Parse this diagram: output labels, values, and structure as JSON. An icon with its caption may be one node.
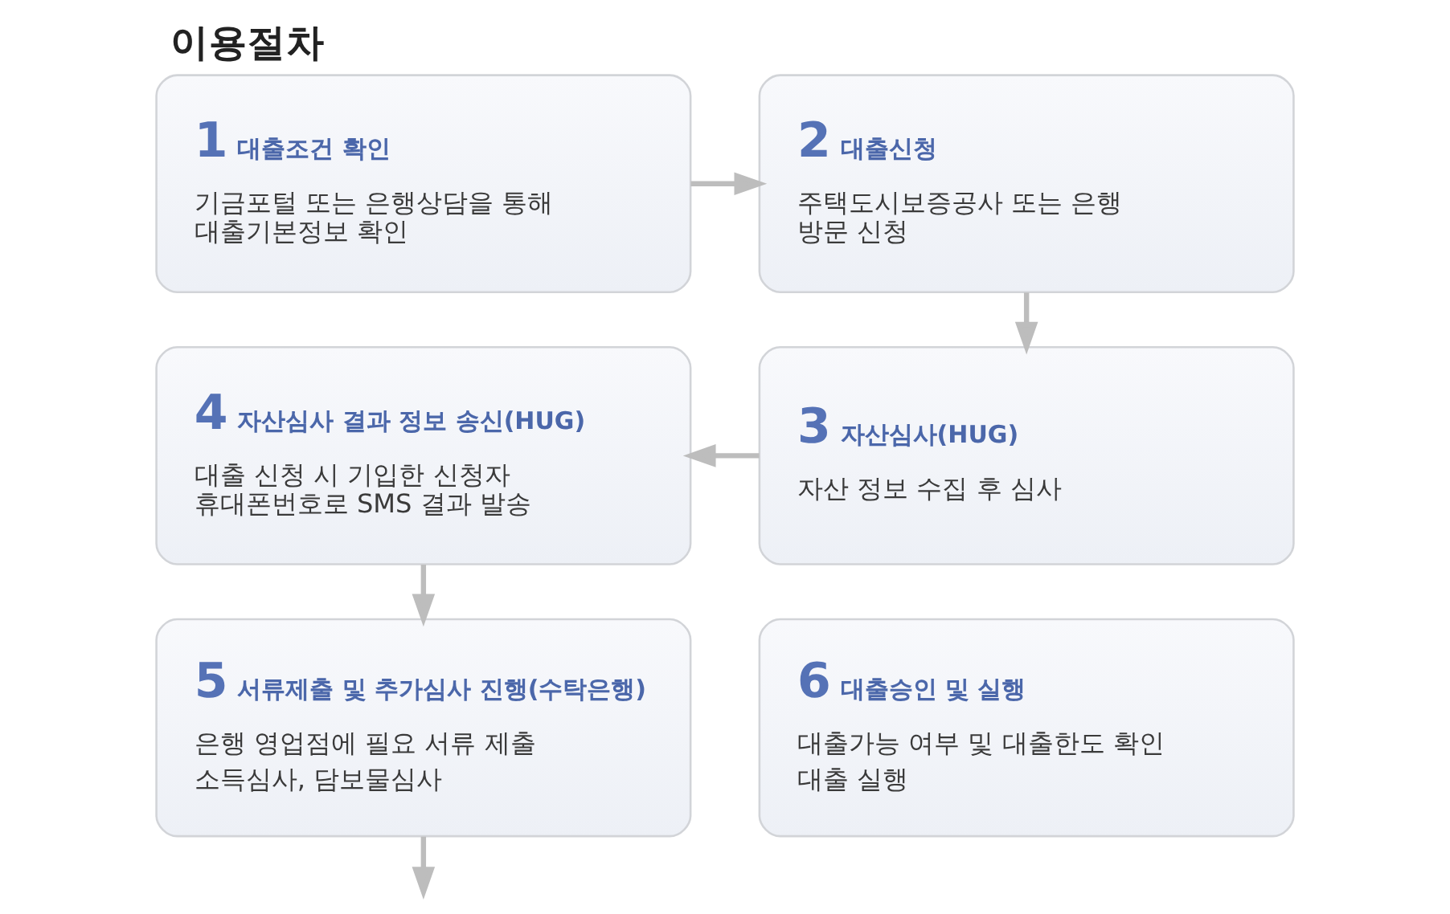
{
  "diagram": {
    "title": "이용절차",
    "nodes": [
      {
        "text": [
          "1",
          "대출조건 확인",
          "기금포털 또는 은행상담을 통해 대출기본정보 확인"
        ]
      },
      {
        "text": [
          "2",
          "대출신청",
          "주택도시보증공사 또는 은행 방문 신청"
        ]
      },
      {
        "text": [
          "3",
          "자산심사(HUG)",
          "자산 정보 수집 후 심사"
        ]
      },
      {
        "text": [
          "4",
          "자산심사 결과 정보 송신(HUG)",
          "대출 신청 시 기입한 신청자 휴대폰번호로 SMS 결과 발송"
        ]
      },
      {
        "text": [
          "5",
          "서류제출 및 추가심사 진행(수탁은행)",
          "은행 영업점에 필요 서류 제출",
          "소득심사, 담보물심사"
        ]
      },
      {
        "text": [
          "6",
          "대출승인 및 실행",
          "대출가능 여부 및 대출한도 확인",
          "대출 실행"
        ]
      }
    ],
    "edges": [
      {
        "from": 0,
        "to": 1,
        "arrow": "to"
      },
      {
        "from": 1,
        "to": 2,
        "arrow": "to"
      },
      {
        "from": 2,
        "to": 3,
        "arrow": "to"
      },
      {
        "from": 3,
        "to": 4,
        "arrow": "to"
      },
      {
        "from": 4,
        "to": null,
        "arrow": "to"
      }
    ]
  }
}
